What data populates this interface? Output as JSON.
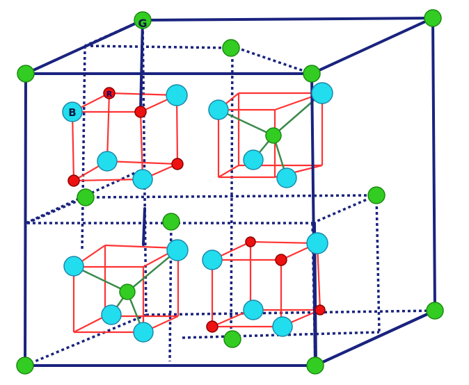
{
  "labels": {
    "green": "G",
    "red": "R",
    "blue": "B"
  },
  "colors": {
    "frame": "#1a237e",
    "subcube": "#ff3333",
    "bond": "#3a8a4a",
    "green_atom": "#33cc22",
    "green_atom_edge": "#1a8a10",
    "blue_atom": "#22ddee",
    "blue_atom_edge": "#1a88aa",
    "red_atom": "#ee1111",
    "red_atom_edge": "#8a0000",
    "background": "#ffffff"
  }
}
